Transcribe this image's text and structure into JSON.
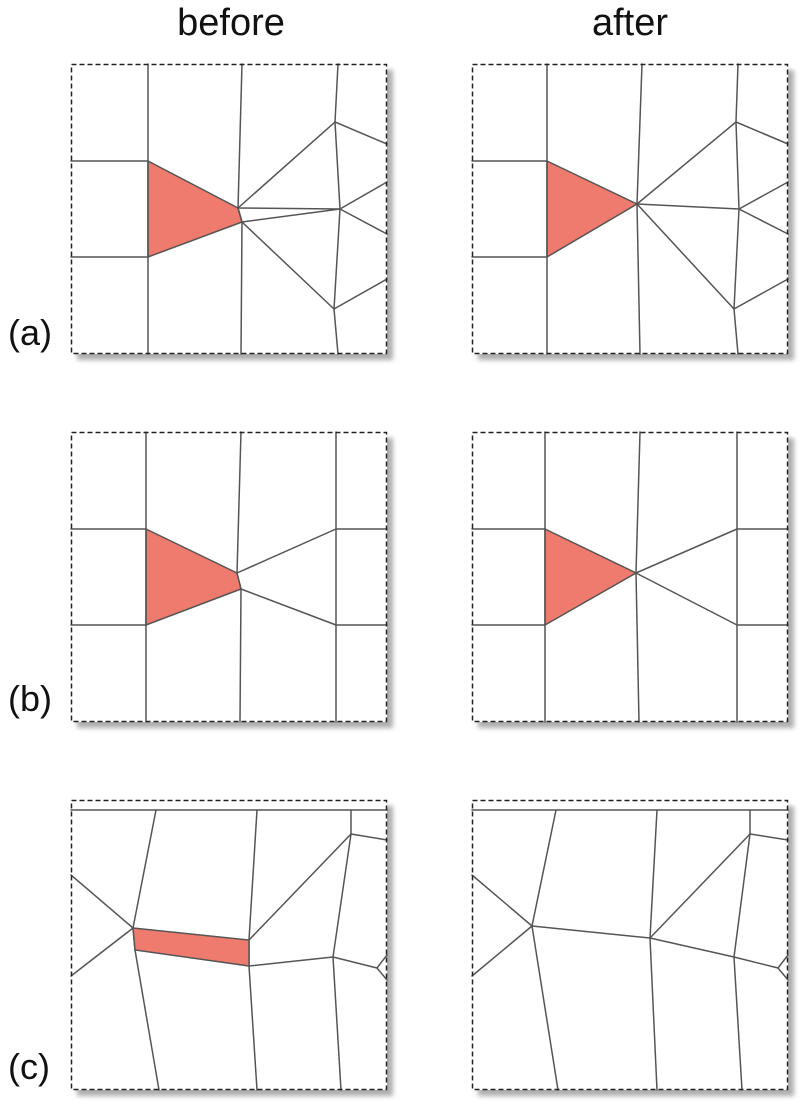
{
  "headers": {
    "before": "before",
    "after": "after"
  },
  "rows": [
    {
      "label": "(a)"
    },
    {
      "label": "(b)"
    },
    {
      "label": "(c)"
    }
  ],
  "colors": {
    "highlight": "#ef7b6e",
    "edge": "#555555",
    "frame": "#222222",
    "shadow": "#9a9a9a"
  }
}
